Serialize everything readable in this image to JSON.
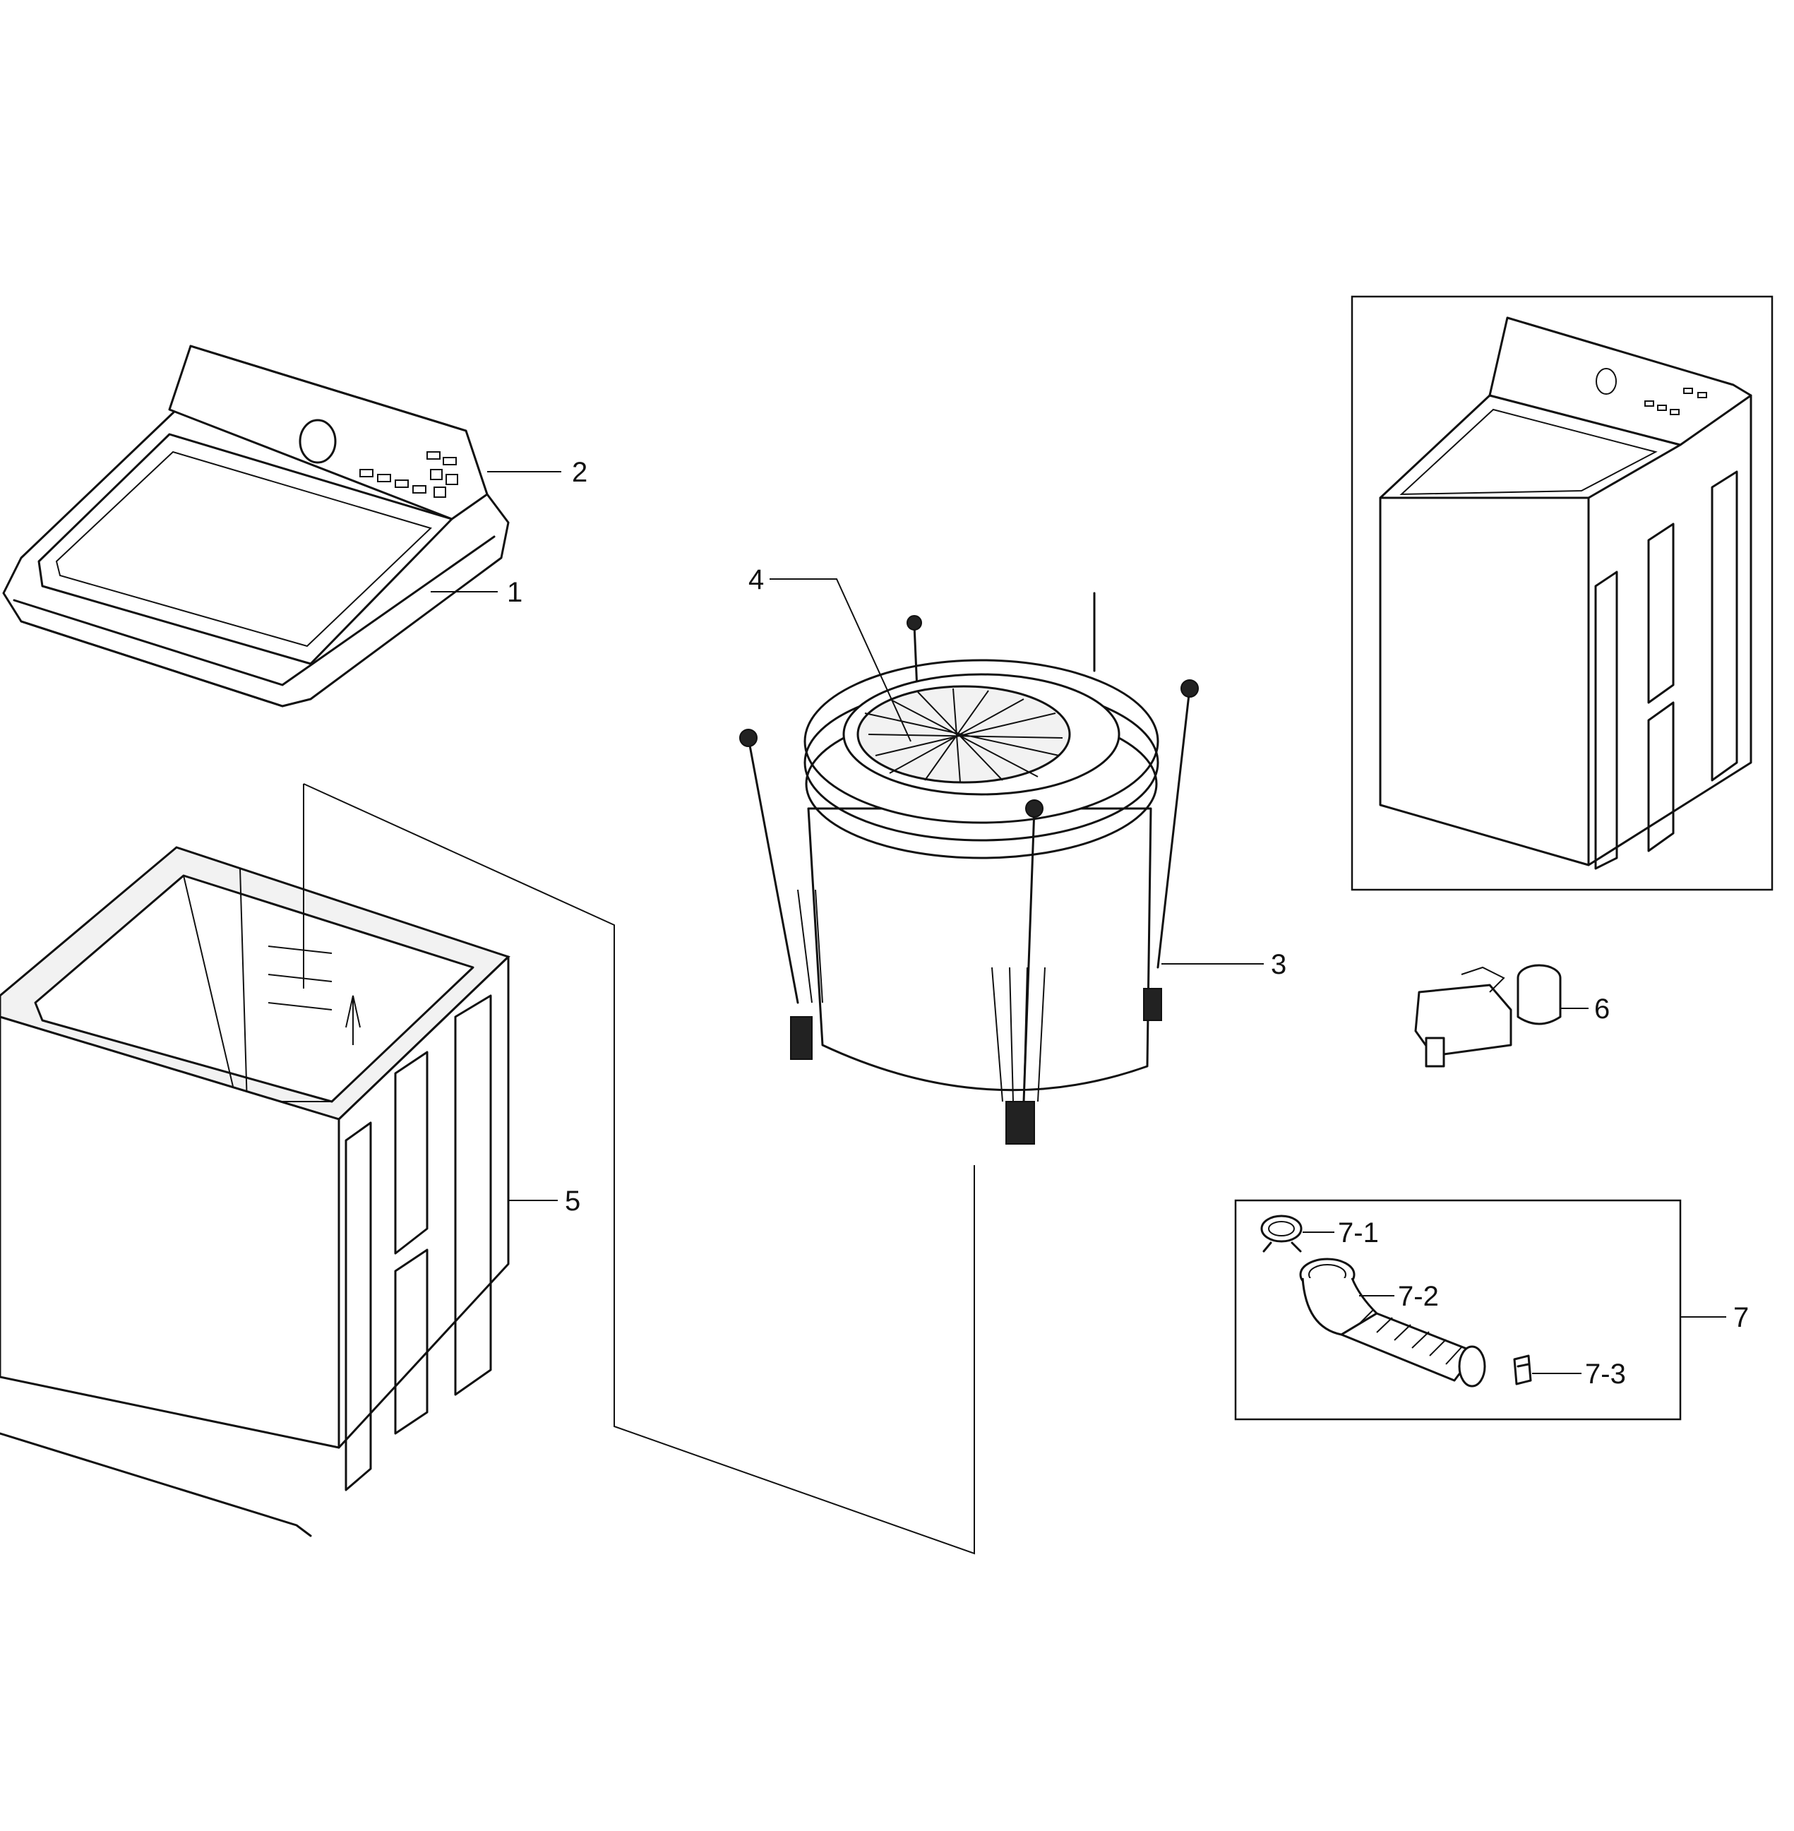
{
  "callouts": {
    "c1": "1",
    "c2": "2",
    "c3": "3",
    "c4": "4",
    "c5": "5",
    "c6": "6",
    "c7": "7",
    "c7_1": "7-1",
    "c7_2": "7-2",
    "c7_3": "7-3"
  },
  "colors": {
    "line": "#111111",
    "background": "#ffffff"
  }
}
